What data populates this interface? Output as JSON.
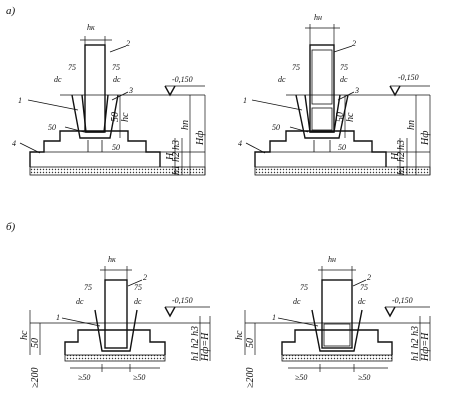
{
  "figure": {
    "section_labels": [
      "а)",
      "б)"
    ],
    "panel_a_left": {
      "hk": "hк",
      "callout_2": "2",
      "callout_3": "3",
      "callout_1": "1",
      "callout_4": "4",
      "gap_75_left": "75",
      "gap_75_right": "75",
      "dc_left": "dc",
      "dc_right": "dc",
      "level": "-0,150",
      "dim_50_top": "50",
      "dim_hc": "hc",
      "dim_50_side": "50",
      "dim_50_bottom": "50",
      "dim_hn": "hn",
      "dim_Hf": "Hф",
      "dim_H": "H",
      "dim_h1": "h1",
      "dim_h2": "h2",
      "dim_h3": "h3"
    },
    "panel_a_right": {
      "hn_top": "hн",
      "callout_2": "2",
      "callout_3": "3",
      "callout_1": "1",
      "callout_4": "4",
      "gap_75_left": "75",
      "gap_75_right": "75",
      "dc_left": "dc",
      "dc_right": "dc",
      "level": "-0,150",
      "dim_50_top": "50",
      "dim_hc": "hc",
      "dim_50_side": "50",
      "dim_50_bottom": "50",
      "dim_hn": "hn",
      "dim_Hf": "Hф",
      "dim_H": "H",
      "dim_h1": "h1",
      "dim_h2": "h2",
      "dim_h3": "h3"
    },
    "panel_b_left": {
      "hk": "hк",
      "callout_2": "2",
      "callout_1": "1",
      "gap_75_left": "75",
      "gap_75_right": "75",
      "dc_left": "dc",
      "dc_right": "dc",
      "level": "-0,150",
      "dim_hc": "hc",
      "dim_50": "50",
      "dim_h1h2h3": "h1 h2 h3",
      "dim_HfH": "Hф=H",
      "dim_ge200": "≥200",
      "dim_ge50_left": "≥50",
      "dim_ge50_right": "≥50"
    },
    "panel_b_right": {
      "hn_top": "hн",
      "callout_2": "2",
      "callout_1": "1",
      "gap_75_left": "75",
      "gap_75_right": "75",
      "dc_left": "dc",
      "dc_right": "dc",
      "level": "-0,150",
      "dim_hc": "hc",
      "dim_50": "50",
      "dim_h1h2h3": "h1 h2 h3",
      "dim_HfH": "Hф=H",
      "dim_ge200": "≥200",
      "dim_ge50_left": "≥50",
      "dim_ge50_right": "≥50"
    }
  }
}
